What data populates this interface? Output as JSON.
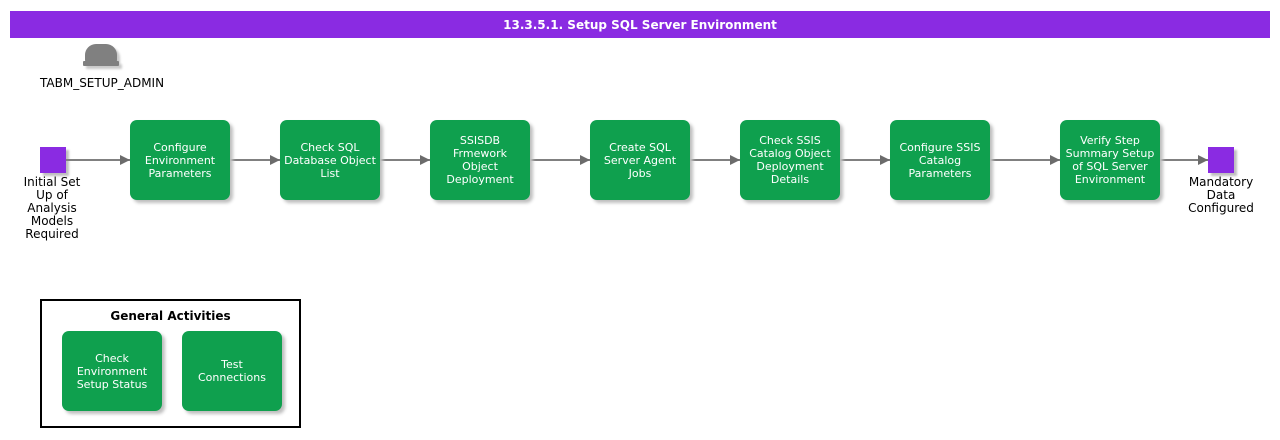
{
  "header": {
    "title": "13.3.5.1. Setup SQL Server Environment",
    "bg_color": "#8A2BE2",
    "text_color": "#FFFFFF"
  },
  "actor": {
    "icon": "bowler-hat-icon",
    "label": "TABM_SETUP_ADMIN"
  },
  "flow": {
    "start_label": "Initial Set\nUp of\nAnalysis\nModels\nRequired",
    "end_label": "Mandatory\nData\nConfigured",
    "nodes": [
      {
        "label": "Configure\nEnvironment\nParameters"
      },
      {
        "label": "Check SQL\nDatabase Object\nList"
      },
      {
        "label": "SSISDB\nFrmework\nObject\nDeployment"
      },
      {
        "label": "Create SQL\nServer Agent\nJobs"
      },
      {
        "label": "Check SSIS\nCatalog Object\nDeployment\nDetails"
      },
      {
        "label": "Configure SSIS\nCatalog\nParameters"
      },
      {
        "label": "Verify Step\nSummary Setup\nof SQL Server\nEnvironment"
      }
    ]
  },
  "general_activities": {
    "title": "General Activities",
    "items": [
      {
        "label": "Check\nEnvironment\nSetup Status"
      },
      {
        "label": "Test\nConnections"
      }
    ]
  },
  "colors": {
    "node_green": "#0FA04E",
    "marker_purple": "#8A2BE2",
    "arrow_gray": "#808080"
  }
}
